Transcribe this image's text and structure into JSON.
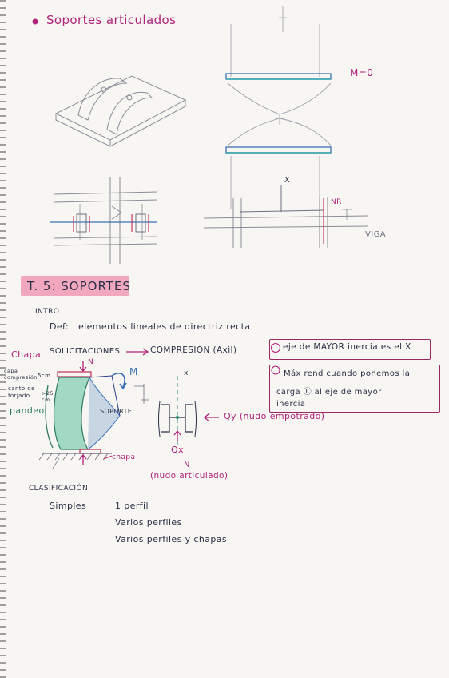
{
  "heading_top": "Soportes articulados",
  "diagram_labels": {
    "moment_zero": "M=0",
    "x_axis": "X",
    "nr": "NR",
    "viga": "VIGA"
  },
  "section_title": "T. 5: SOPORTES",
  "intro": {
    "label": "INTRO",
    "def_label": "Def:",
    "def_text": "elementos lineales   de   directriz recta",
    "solicitaciones": "SOLICITACIONES",
    "compresion": "COMPRESIÓN (Axil)"
  },
  "notes": {
    "note1": "eje de MAYOR inercia es el X",
    "note2_line1": "Máx rend cuando ponemos la",
    "note2_line2": "carga    Ⓛ  al eje de mayor",
    "note2_line3": "inercia"
  },
  "sketch_labels": {
    "chapa_top": "Chapa",
    "capa_compresion": "capa compresión",
    "five_cm": "5cm",
    "canto_forjado": "canto de forjado",
    "min_25cm": ">25 cm",
    "pandeo": "pandeo",
    "soporte": "SOPORTE",
    "chapa_bottom": "chapa",
    "n_top": "N",
    "m": "M",
    "x_small": "x",
    "qy": "Qy (nudo empotrado)",
    "qx": "Qx",
    "n_bottom": "N",
    "nudo_articulado": "(nudo articulado)"
  },
  "clasificacion": {
    "title": "CLASIFICACIÓN",
    "simples": "Simples",
    "item1": "1 perfil",
    "item2": "Varios perfiles",
    "item3": "Varios perfiles y chapas"
  }
}
